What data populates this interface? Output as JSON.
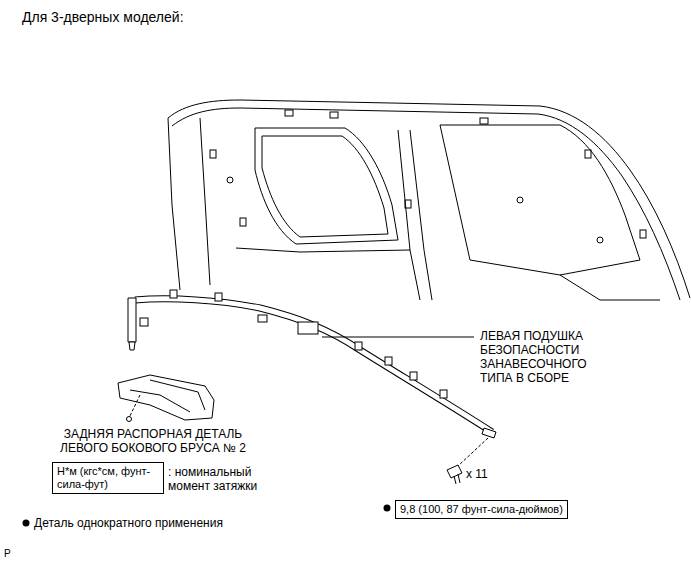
{
  "diagram": {
    "title": "Для 3-дверных моделей:",
    "nodes": [
      {
        "text": [
          "Н*м (кгс*см, фунт-сила-фут)"
        ]
      },
      {
        "text": [
          "9,8 (100, 87 фунт-сила-дюймов)"
        ]
      }
    ],
    "labels": [
      "ЛЕВАЯ ПОДУШКА БЕЗОПАСНОСТИ ЗАНАВЕСОЧНОГО ТИПА В СБОРЕ",
      "ЗАДНЯЯ РАСПОРНАЯ ДЕТАЛЬ ЛЕВОГО БОКОВОГО БРУСА № 2",
      ": номинальный момент затяжки",
      "x 11",
      "P"
    ],
    "legend": [
      {
        "text": "Деталь однократного применения"
      }
    ]
  }
}
